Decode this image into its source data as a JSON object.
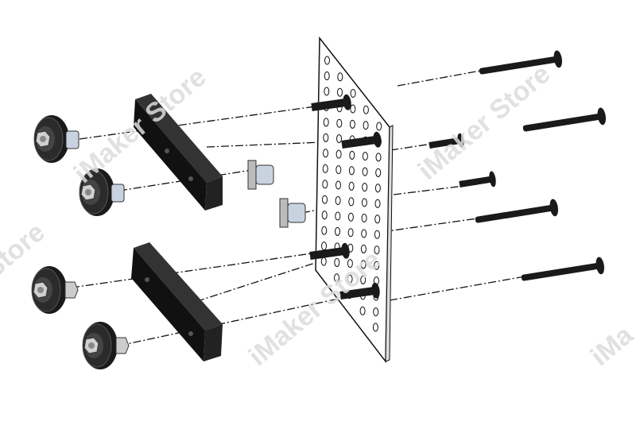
{
  "watermark": {
    "text": "iMaker Store",
    "partial_left": "Store",
    "partial_right": "iMa"
  },
  "colors": {
    "part_black": "#1a1a1a",
    "plate": "#ffffff",
    "spacer": "#c9d3e0",
    "watermark": "#dcdcdc"
  }
}
